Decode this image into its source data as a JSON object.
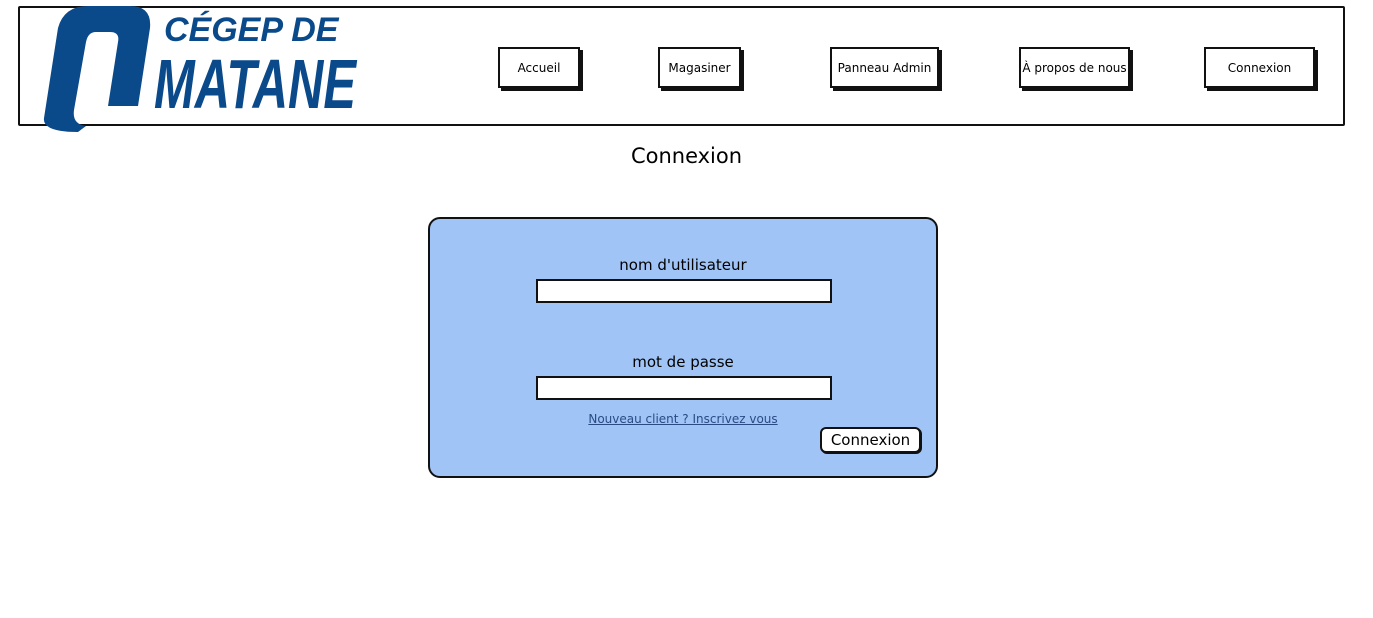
{
  "header": {
    "logo": {
      "line1": "CÉGEP DE",
      "line2": "MATANE",
      "brand_color": "#0b4a8a"
    },
    "nav": [
      {
        "label": "Accueil"
      },
      {
        "label": "Magasiner"
      },
      {
        "label": "Panneau Admin"
      },
      {
        "label": "À propos de nous"
      },
      {
        "label": "Connexion"
      }
    ]
  },
  "page": {
    "title": "Connexion"
  },
  "login_form": {
    "card_color": "#a0c4f6",
    "username_label": "nom d'utilisateur",
    "username_value": "",
    "password_label": "mot de passe",
    "password_value": "",
    "signup_link": "Nouveau client ? Inscrivez vous",
    "submit_label": "Connexion"
  }
}
